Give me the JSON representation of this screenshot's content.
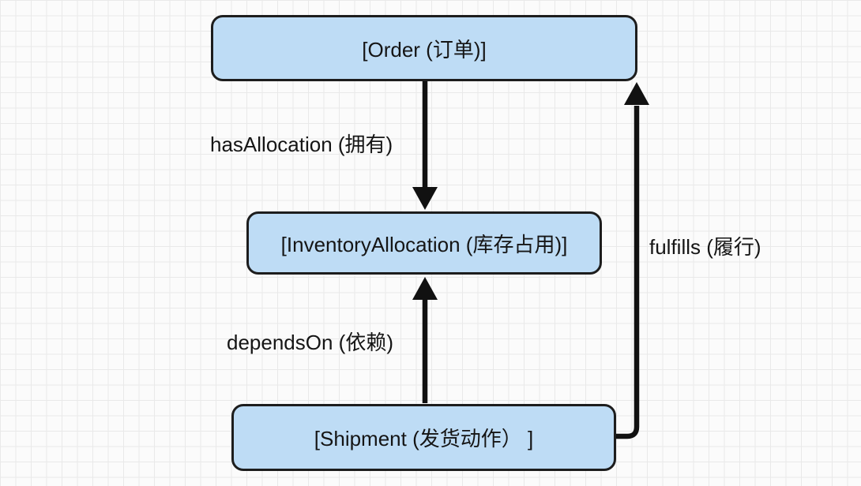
{
  "diagram": {
    "nodes": [
      {
        "id": "order",
        "label": "[Order (订单)]"
      },
      {
        "id": "inventory_allocation",
        "label": "[InventoryAllocation (库存占用)]"
      },
      {
        "id": "shipment",
        "label": "[Shipment (发货动作） ]"
      }
    ],
    "edges": [
      {
        "id": "has_allocation",
        "from": "order",
        "to": "inventory_allocation",
        "label": "hasAllocation (拥有)",
        "direction": "down"
      },
      {
        "id": "depends_on",
        "from": "shipment",
        "to": "inventory_allocation",
        "label": "dependsOn (依赖)",
        "direction": "up"
      },
      {
        "id": "fulfills",
        "from": "shipment",
        "to": "order",
        "label": "fulfills (履行)",
        "direction": "up-right-side"
      }
    ],
    "colors": {
      "node_fill": "#bedcf5",
      "node_border": "#1d1d1d",
      "arrow": "#111111",
      "text": "#151515",
      "grid_line": "#e9e9e9",
      "canvas": "#fbfbfb"
    }
  }
}
